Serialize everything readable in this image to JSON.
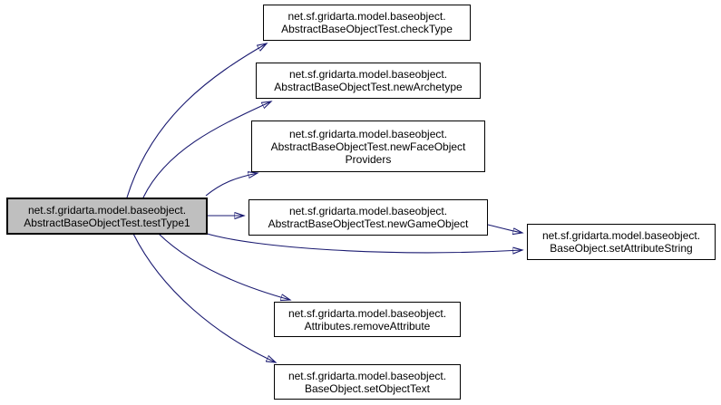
{
  "diagram": {
    "type": "call-graph",
    "background": "#ffffff",
    "edge_color": "#191970",
    "node_border_color": "#000000",
    "node_fill": "#ffffff",
    "highlighted_node_fill": "#bfbfbf"
  },
  "nodes": {
    "testType1": {
      "lines": [
        "net.sf.gridarta.model.baseobject.",
        "AbstractBaseObjectTest.testType1"
      ],
      "highlighted": true
    },
    "checkType": {
      "lines": [
        "net.sf.gridarta.model.baseobject.",
        "AbstractBaseObjectTest.checkType"
      ],
      "highlighted": false
    },
    "newArchetype": {
      "lines": [
        "net.sf.gridarta.model.baseobject.",
        "AbstractBaseObjectTest.newArchetype"
      ],
      "highlighted": false
    },
    "newFaceObjectProviders": {
      "lines": [
        "net.sf.gridarta.model.baseobject.",
        "AbstractBaseObjectTest.newFaceObject",
        "Providers"
      ],
      "highlighted": false
    },
    "newGameObject": {
      "lines": [
        "net.sf.gridarta.model.baseobject.",
        "AbstractBaseObjectTest.newGameObject"
      ],
      "highlighted": false
    },
    "setAttributeString": {
      "lines": [
        "net.sf.gridarta.model.baseobject.",
        "BaseObject.setAttributeString"
      ],
      "highlighted": false
    },
    "removeAttribute": {
      "lines": [
        "net.sf.gridarta.model.baseobject.",
        "Attributes.removeAttribute"
      ],
      "highlighted": false
    },
    "setObjectText": {
      "lines": [
        "net.sf.gridarta.model.baseobject.",
        "BaseObject.setObjectText"
      ],
      "highlighted": false
    }
  },
  "edges": [
    {
      "from": "testType1",
      "to": "checkType"
    },
    {
      "from": "testType1",
      "to": "newArchetype"
    },
    {
      "from": "testType1",
      "to": "newFaceObjectProviders"
    },
    {
      "from": "testType1",
      "to": "newGameObject"
    },
    {
      "from": "testType1",
      "to": "setAttributeString"
    },
    {
      "from": "testType1",
      "to": "removeAttribute"
    },
    {
      "from": "testType1",
      "to": "setObjectText"
    },
    {
      "from": "newGameObject",
      "to": "setAttributeString"
    }
  ]
}
